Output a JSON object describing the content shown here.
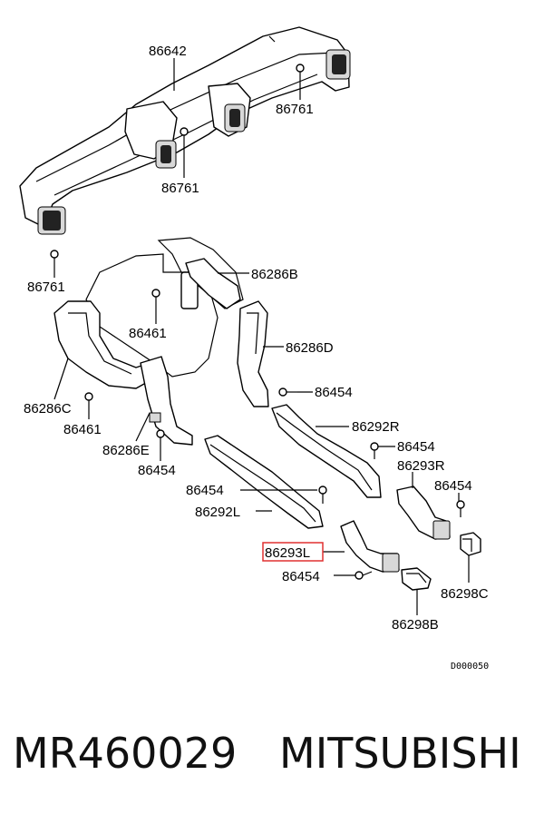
{
  "labels": {
    "p86642": "86642",
    "p86761_a": "86761",
    "p86761_b": "86761",
    "p86761_c": "86761",
    "p86286B": "86286B",
    "p86461_a": "86461",
    "p86286D": "86286D",
    "p86286C": "86286C",
    "p86454_a": "86454",
    "p86461_b": "86461",
    "p86292R": "86292R",
    "p86286E": "86286E",
    "p86454_b": "86454",
    "p86454_c": "86454",
    "p86293R": "86293R",
    "p86454_d": "86454",
    "p86454_e": "86454",
    "p86292L": "86292L",
    "p86293L": "86293L",
    "p86454_f": "86454",
    "p86298C": "86298C",
    "p86298B": "86298B"
  },
  "highlight_color": "#e03030",
  "diagram_code": "D000050",
  "caption": {
    "part_number": "MR460029",
    "brand": "MITSUBISHI"
  }
}
